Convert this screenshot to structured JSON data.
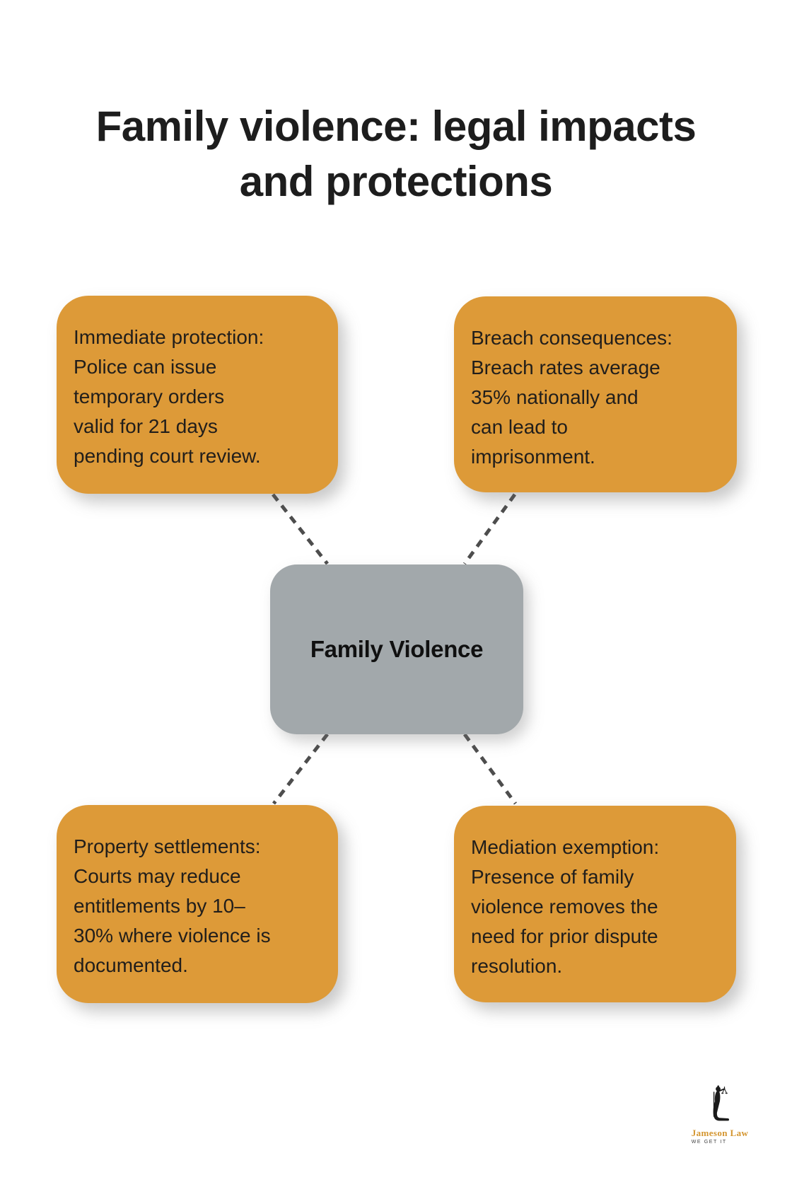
{
  "page": {
    "title_line1": "Family violence: legal impacts",
    "title_line2": "and protections"
  },
  "colors": {
    "node_orange": "#DD9A38",
    "center_gray": "#A2A8AB",
    "connector_gray": "#4D4D4D",
    "title_text": "#1D1D1D",
    "logo_gold": "#D4952F"
  },
  "center_node": {
    "label": "Family Violence"
  },
  "nodes": [
    {
      "id": "immediate-protection",
      "text": "Immediate protection:\nPolice can issue\ntemporary orders\nvalid for 21 days\npending court review."
    },
    {
      "id": "breach-consequences",
      "text": "Breach consequences:\nBreach rates average\n35% nationally and\ncan lead to\nimprisonment."
    },
    {
      "id": "property-settlements",
      "text": "Property settlements:\nCourts may reduce\nentitlements by 10–\n30% where violence is\ndocumented."
    },
    {
      "id": "mediation-exemption",
      "text": "Mediation exemption:\nPresence of family\nviolence removes the\nneed for prior dispute\nresolution."
    }
  ],
  "logo": {
    "brand": "Jameson Law",
    "tagline": "WE GET IT"
  }
}
